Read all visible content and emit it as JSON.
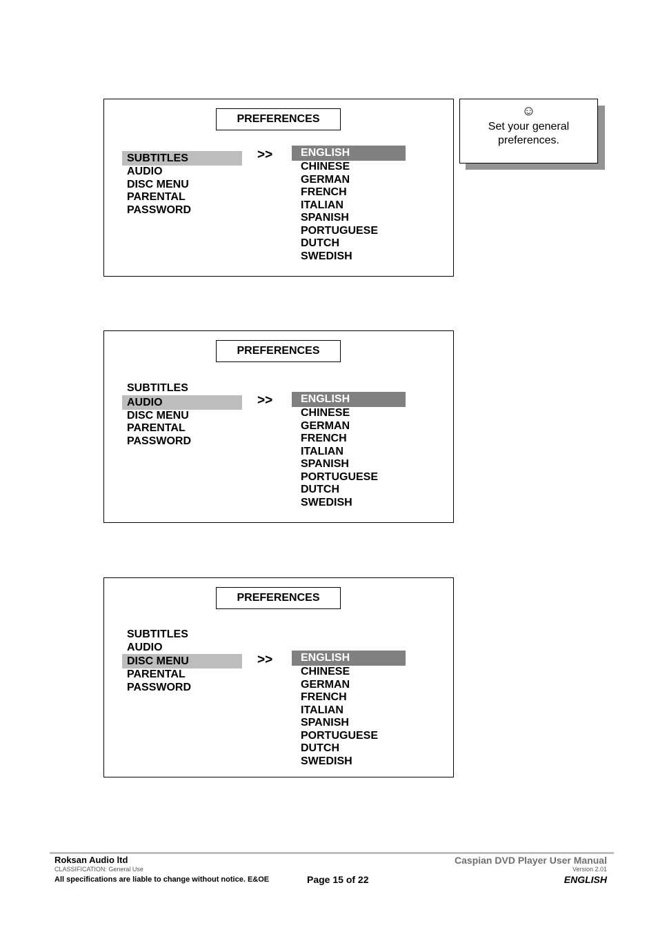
{
  "panels": [
    {
      "title": "PREFERENCES",
      "menu": [
        "SUBTITLES",
        "AUDIO",
        "DISC MENU",
        "PARENTAL",
        "PASSWORD"
      ],
      "selected_menu": "SUBTITLES",
      "arrow": ">>",
      "languages": [
        "ENGLISH",
        "CHINESE",
        "GERMAN",
        "FRENCH",
        "ITALIAN",
        "SPANISH",
        "PORTUGUESE",
        "DUTCH",
        "SWEDISH"
      ],
      "selected_language": "ENGLISH"
    },
    {
      "title": "PREFERENCES",
      "menu": [
        "SUBTITLES",
        "AUDIO",
        "DISC MENU",
        "PARENTAL",
        "PASSWORD"
      ],
      "selected_menu": "AUDIO",
      "arrow": ">>",
      "languages": [
        "ENGLISH",
        "CHINESE",
        "GERMAN",
        "FRENCH",
        "ITALIAN",
        "SPANISH",
        "PORTUGUESE",
        "DUTCH",
        "SWEDISH"
      ],
      "selected_language": "ENGLISH"
    },
    {
      "title": "PREFERENCES",
      "menu": [
        "SUBTITLES",
        "AUDIO",
        "DISC MENU",
        "PARENTAL",
        "PASSWORD"
      ],
      "selected_menu": "DISC MENU",
      "arrow": ">>",
      "languages": [
        "ENGLISH",
        "CHINESE",
        "GERMAN",
        "FRENCH",
        "ITALIAN",
        "SPANISH",
        "PORTUGUESE",
        "DUTCH",
        "SWEDISH"
      ],
      "selected_language": "ENGLISH"
    }
  ],
  "tip": {
    "icon": "smiley-icon",
    "glyph": "☺",
    "line1": "Set your general",
    "line2": "preferences."
  },
  "footer": {
    "company": "Roksan Audio ltd",
    "classification": "CLASSIFICATION: General Use",
    "notice": "All specifications are liable to change without notice. E&OE",
    "page": "Page 15 of 22",
    "manual": "Caspian DVD Player User Manual",
    "version": "Version 2.01",
    "language": "ENGLISH"
  },
  "colors": {
    "menu_highlight": "#bdbdbd",
    "language_highlight": "#808080",
    "tip_shadow": "#939393",
    "footer_rule": "#bdbdbd"
  }
}
